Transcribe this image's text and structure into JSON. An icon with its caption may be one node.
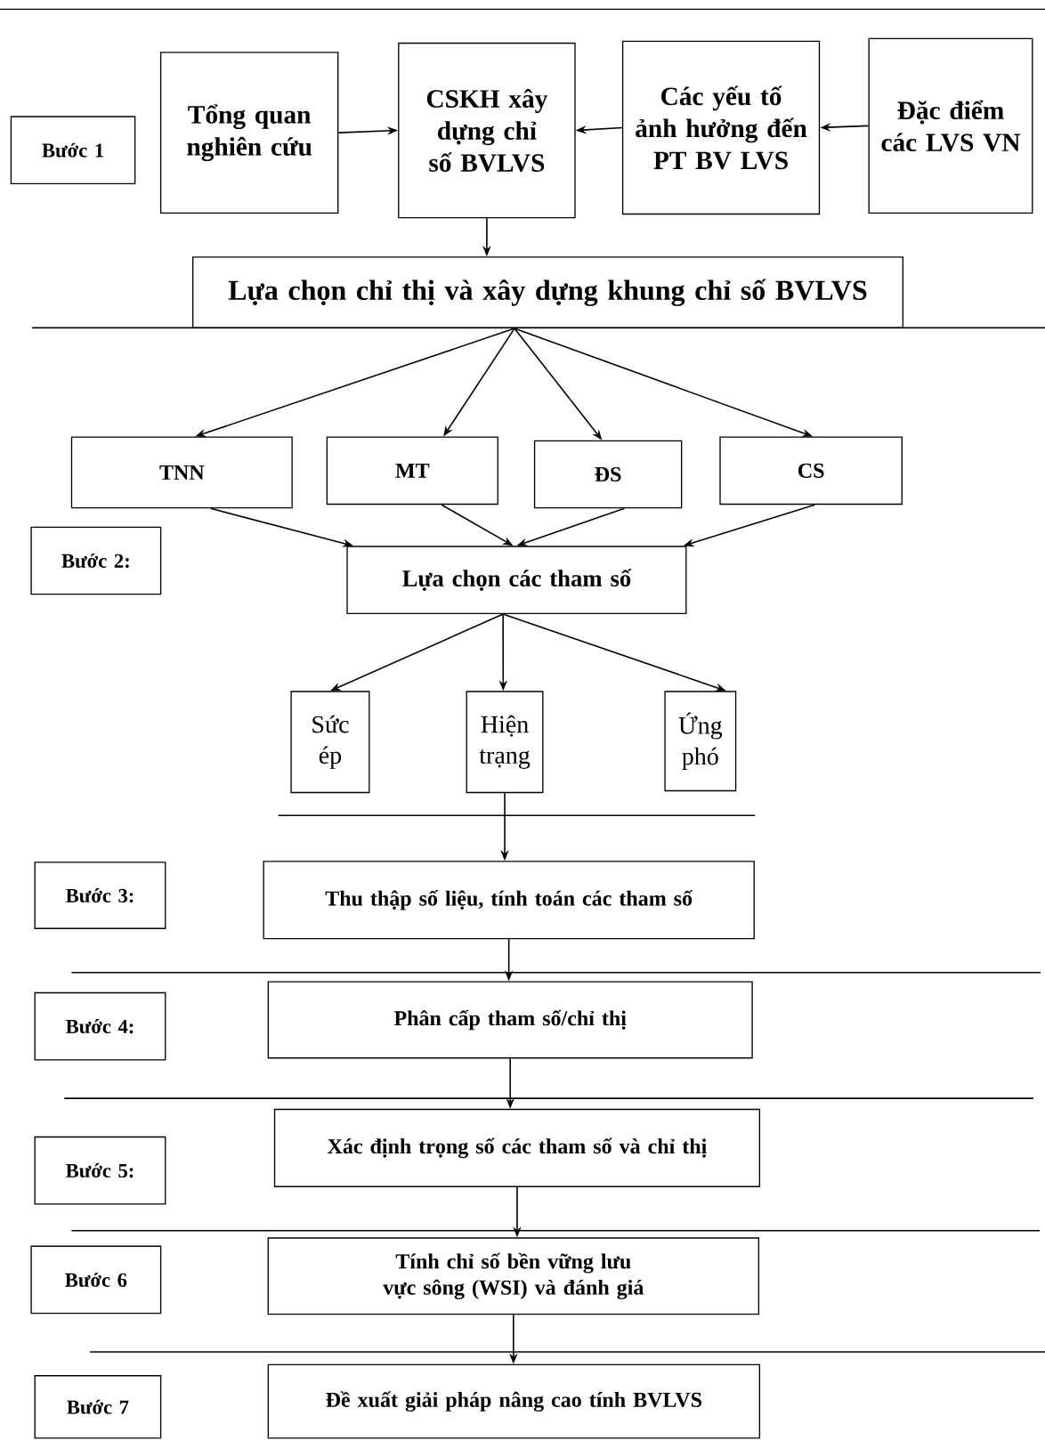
{
  "diagram": {
    "nodes": [
      {
        "text": [
          "Bước 1"
        ]
      },
      {
        "text": [
          "Tổng quan nghiên cứu"
        ]
      },
      {
        "text": [
          "CSKH xây dựng chỉ số BVLVS"
        ]
      },
      {
        "text": [
          "Các yếu tố ảnh hưởng đến PT BV LVS"
        ]
      },
      {
        "text": [
          "Đặc điểm các LVS VN"
        ]
      },
      {
        "text": [
          "Lựa chọn chỉ thị và xây dựng khung chỉ số BVLVS"
        ]
      },
      {
        "text": [
          "TNN"
        ]
      },
      {
        "text": [
          "MT"
        ]
      },
      {
        "text": [
          "ĐS"
        ]
      },
      {
        "text": [
          "CS"
        ]
      },
      {
        "text": [
          "Bước 2:"
        ]
      },
      {
        "text": [
          "Lựa chọn các tham số"
        ]
      },
      {
        "text": [
          "Sức ép"
        ]
      },
      {
        "text": [
          "Hiện trạng"
        ]
      },
      {
        "text": [
          "Ứng phó"
        ]
      },
      {
        "text": [
          "Bước 3:"
        ]
      },
      {
        "text": [
          "Thu thập số liệu, tính toán các tham số"
        ]
      },
      {
        "text": [
          "Bước 4:"
        ]
      },
      {
        "text": [
          "Phân cấp tham số/chỉ thị"
        ]
      },
      {
        "text": [
          "Bước 5:"
        ]
      },
      {
        "text": [
          "Xác định trọng số các tham số và chỉ thị"
        ]
      },
      {
        "text": [
          "Bước 6"
        ]
      },
      {
        "text": [
          "Tính chỉ số bền vững lưu vực sông (WSI) và đánh giá"
        ]
      },
      {
        "text": [
          "Bước 7"
        ]
      },
      {
        "text": [
          "Đề xuất giải pháp nâng cao tính BVLVS"
        ]
      }
    ],
    "edges": [
      {
        "from": 1,
        "to": 2,
        "arrow": "to"
      },
      {
        "from": 3,
        "to": 2,
        "arrow": "to"
      },
      {
        "from": 4,
        "to": 3,
        "arrow": "to"
      },
      {
        "from": 2,
        "to": 5,
        "arrow": "to"
      },
      {
        "from": 5,
        "to": 6,
        "arrow": "to"
      },
      {
        "from": 5,
        "to": 7,
        "arrow": "to"
      },
      {
        "from": 5,
        "to": 8,
        "arrow": "to"
      },
      {
        "from": 5,
        "to": 9,
        "arrow": "to"
      },
      {
        "from": 6,
        "to": 11,
        "arrow": "to"
      },
      {
        "from": 7,
        "to": 11,
        "arrow": "to"
      },
      {
        "from": 8,
        "to": 11,
        "arrow": "to"
      },
      {
        "from": 9,
        "to": 11,
        "arrow": "to"
      },
      {
        "from": 11,
        "to": 12,
        "arrow": "to"
      },
      {
        "from": 11,
        "to": 13,
        "arrow": "to"
      },
      {
        "from": 11,
        "to": 14,
        "arrow": "to"
      },
      {
        "from": 13,
        "to": 16,
        "arrow": "to"
      },
      {
        "from": 16,
        "to": 18,
        "arrow": "to"
      },
      {
        "from": 18,
        "to": 20,
        "arrow": "to"
      },
      {
        "from": 20,
        "to": 22,
        "arrow": "to"
      },
      {
        "from": 22,
        "to": 24,
        "arrow": "to"
      }
    ]
  }
}
